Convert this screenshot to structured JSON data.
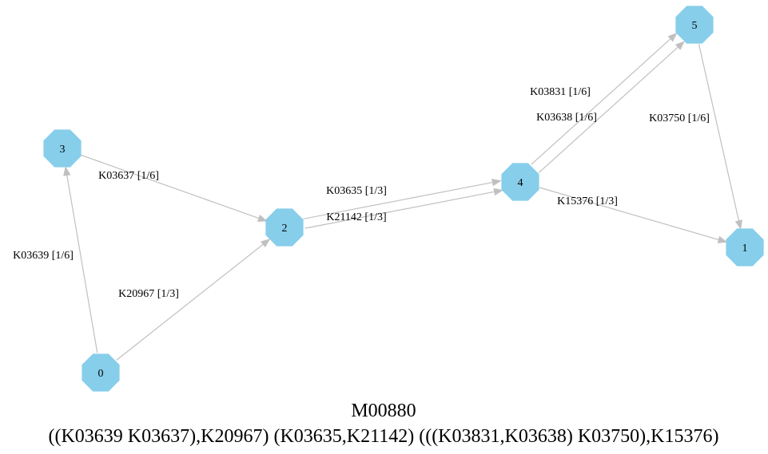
{
  "graph": {
    "module_id": "M00880",
    "definition": "((K03639 K03637),K20967) (K03635,K21142) (((K03831,K03638) K03750),K15376)",
    "colors": {
      "node_fill": "#87ceeb",
      "edge": "#c0c0c0",
      "text": "#000000"
    },
    "nodes": [
      {
        "id": "0",
        "label": "0"
      },
      {
        "id": "1",
        "label": "1"
      },
      {
        "id": "2",
        "label": "2"
      },
      {
        "id": "3",
        "label": "3"
      },
      {
        "id": "4",
        "label": "4"
      },
      {
        "id": "5",
        "label": "5"
      }
    ],
    "edges": [
      {
        "from": "0",
        "to": "3",
        "label": "K03639 [1/6]"
      },
      {
        "from": "3",
        "to": "2",
        "label": "K03637 [1/6]"
      },
      {
        "from": "0",
        "to": "2",
        "label": "K20967 [1/3]"
      },
      {
        "from": "2",
        "to": "4",
        "label": "K03635 [1/3]"
      },
      {
        "from": "2",
        "to": "4",
        "label": "K21142 [1/3]"
      },
      {
        "from": "4",
        "to": "5",
        "label": "K03831 [1/6]"
      },
      {
        "from": "4",
        "to": "5",
        "label": "K03638 [1/6]"
      },
      {
        "from": "5",
        "to": "1",
        "label": "K03750 [1/6]"
      },
      {
        "from": "4",
        "to": "1",
        "label": "K15376 [1/3]"
      }
    ]
  }
}
